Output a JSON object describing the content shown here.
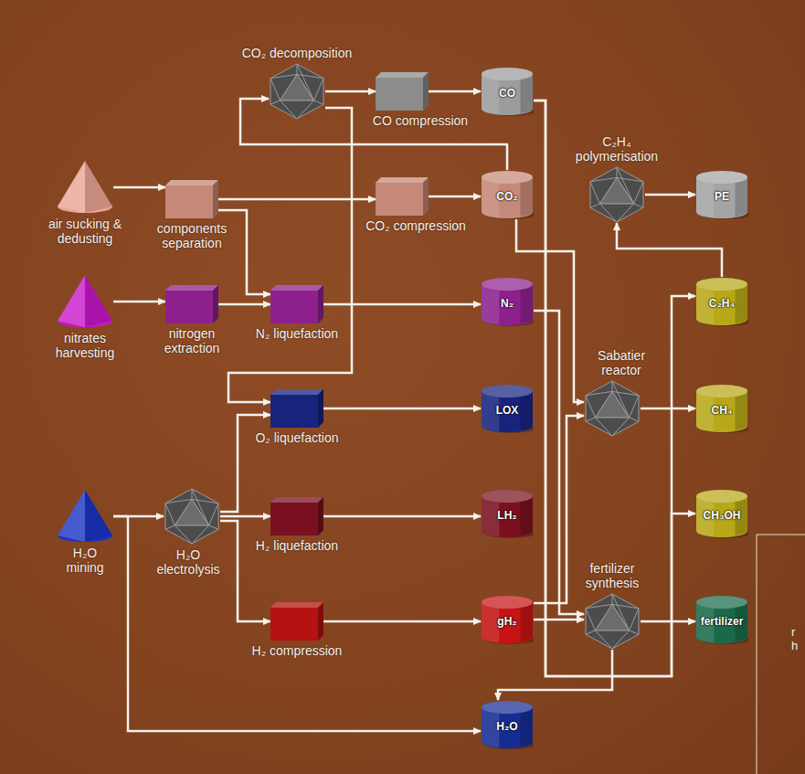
{
  "diagram": {
    "nodes": [
      {
        "text": [
          "air sucking & dedusting"
        ]
      },
      {
        "text": [
          "components separation"
        ]
      },
      {
        "text": [
          "CO₂ decomposition"
        ]
      },
      {
        "text": [
          "CO compression"
        ]
      },
      {
        "text": [
          "CO"
        ]
      },
      {
        "text": [
          "CO₂ compression"
        ]
      },
      {
        "text": [
          "CO₂"
        ]
      },
      {
        "text": [
          "nitrates harvesting"
        ]
      },
      {
        "text": [
          "nitrogen extraction"
        ]
      },
      {
        "text": [
          "N₂ liquefaction"
        ]
      },
      {
        "text": [
          "N₂"
        ]
      },
      {
        "text": [
          "O₂ liquefaction"
        ]
      },
      {
        "text": [
          "LOX"
        ]
      },
      {
        "text": [
          "H₂O mining"
        ]
      },
      {
        "text": [
          "H₂O electrolysis"
        ]
      },
      {
        "text": [
          "H₂ liquefaction"
        ]
      },
      {
        "text": [
          "LH₂"
        ]
      },
      {
        "text": [
          "H₂ compression"
        ]
      },
      {
        "text": [
          "gH₂"
        ]
      },
      {
        "text": [
          "H₂O"
        ]
      },
      {
        "text": [
          "C₂H₄ polymerisation"
        ]
      },
      {
        "text": [
          "PE"
        ]
      },
      {
        "text": [
          "C₂H₄"
        ]
      },
      {
        "text": [
          "Sabatier reactor"
        ]
      },
      {
        "text": [
          "CH₄"
        ]
      },
      {
        "text": [
          "CH₃OH"
        ]
      },
      {
        "text": [
          "fertilizer synthesis"
        ]
      },
      {
        "text": [
          "fertilizer"
        ]
      }
    ],
    "edges": [
      {
        "from": 0,
        "to": 1,
        "arrow": "to"
      },
      {
        "from": 1,
        "to": 5,
        "arrow": "to"
      },
      {
        "from": 1,
        "to": 9,
        "arrow": "to"
      },
      {
        "from": 5,
        "to": 6,
        "arrow": "to"
      },
      {
        "from": 6,
        "to": 2,
        "arrow": "to"
      },
      {
        "from": 2,
        "to": 3,
        "arrow": "to"
      },
      {
        "from": 3,
        "to": 4,
        "arrow": "to"
      },
      {
        "from": 2,
        "to": 11,
        "arrow": "to"
      },
      {
        "from": 7,
        "to": 8,
        "arrow": "to"
      },
      {
        "from": 8,
        "to": 9,
        "arrow": "to"
      },
      {
        "from": 9,
        "to": 10,
        "arrow": "to"
      },
      {
        "from": 11,
        "to": 12,
        "arrow": "to"
      },
      {
        "from": 13,
        "to": 14,
        "arrow": "to"
      },
      {
        "from": 13,
        "to": 19,
        "arrow": "to"
      },
      {
        "from": 14,
        "to": 11,
        "arrow": "to"
      },
      {
        "from": 14,
        "to": 15,
        "arrow": "to"
      },
      {
        "from": 14,
        "to": 17,
        "arrow": "to"
      },
      {
        "from": 15,
        "to": 16,
        "arrow": "to"
      },
      {
        "from": 17,
        "to": 18,
        "arrow": "to"
      },
      {
        "from": 4,
        "to": 22,
        "arrow": "to"
      },
      {
        "from": 4,
        "to": 25,
        "arrow": "to"
      },
      {
        "from": 6,
        "to": 23,
        "arrow": "to"
      },
      {
        "from": 18,
        "to": 23,
        "arrow": "to"
      },
      {
        "from": 23,
        "to": 24,
        "arrow": "to"
      },
      {
        "from": 10,
        "to": 26,
        "arrow": "to"
      },
      {
        "from": 18,
        "to": 26,
        "arrow": "to"
      },
      {
        "from": 26,
        "to": 27,
        "arrow": "to"
      },
      {
        "from": 26,
        "to": 19,
        "arrow": "to"
      },
      {
        "from": 22,
        "to": 20,
        "arrow": "to"
      },
      {
        "from": 20,
        "to": 21,
        "arrow": "to"
      }
    ],
    "labels": [
      "r",
      "h"
    ]
  }
}
